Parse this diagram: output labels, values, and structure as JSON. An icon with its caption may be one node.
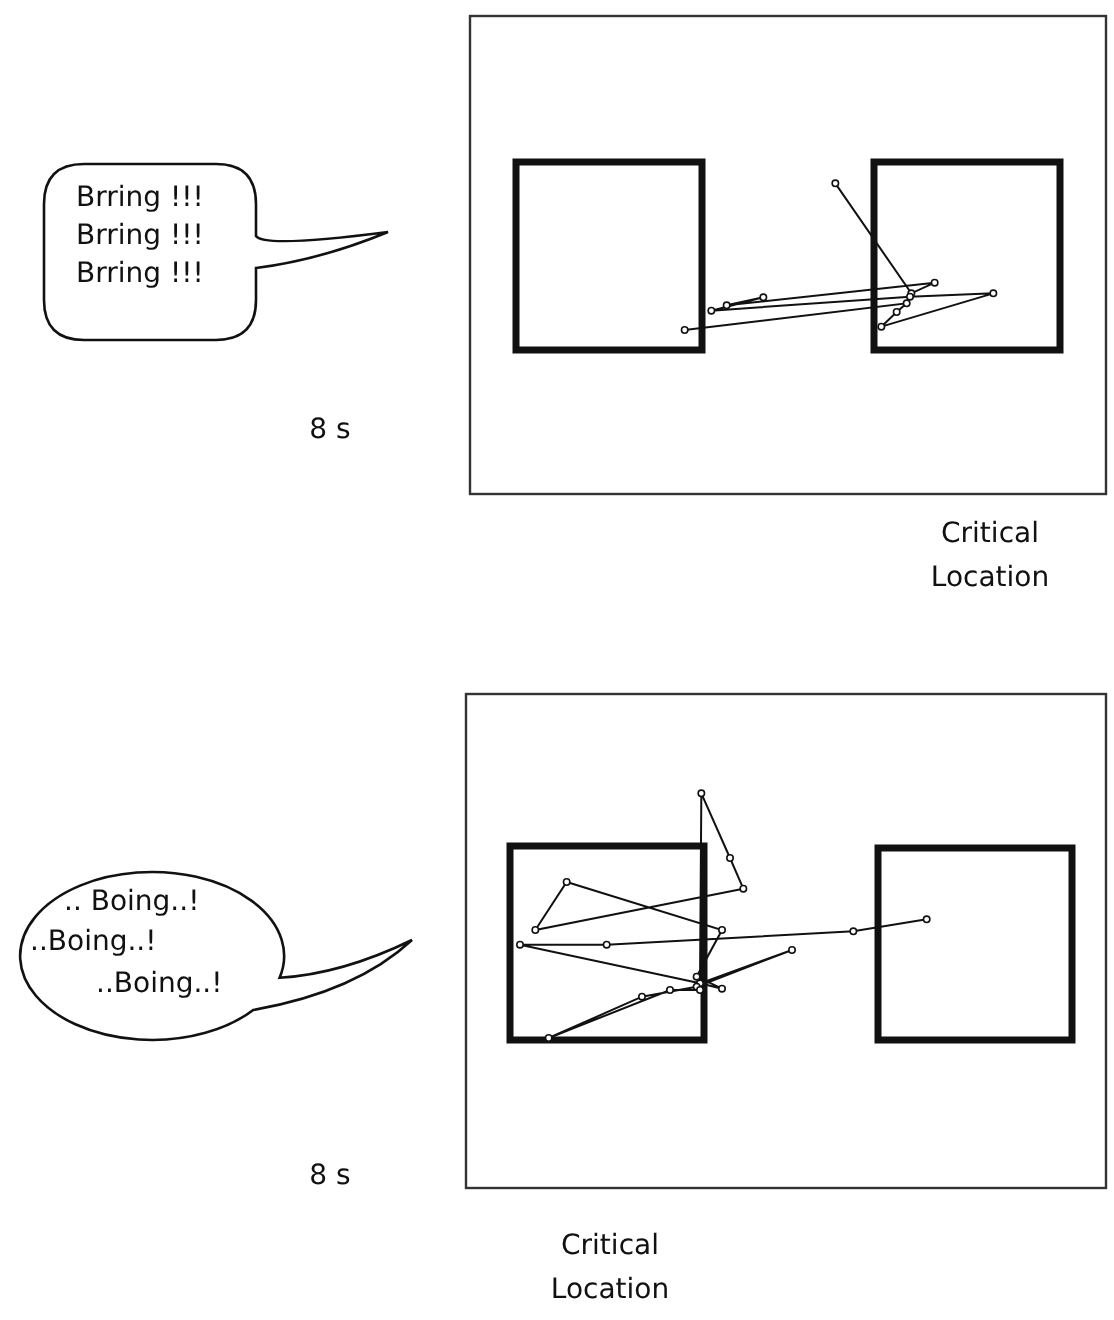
{
  "diagram": {
    "nodes": [
      {
        "text": [
          "Brring !!!",
          "Brring !!!",
          "Brring !!!"
        ]
      },
      {
        "text": [
          ".. Boing..!",
          "..Boing..!",
          "..Boing..!"
        ]
      }
    ],
    "labels": [
      "8 s",
      "Critical Location",
      "8 s",
      "Critical Location"
    ]
  }
}
